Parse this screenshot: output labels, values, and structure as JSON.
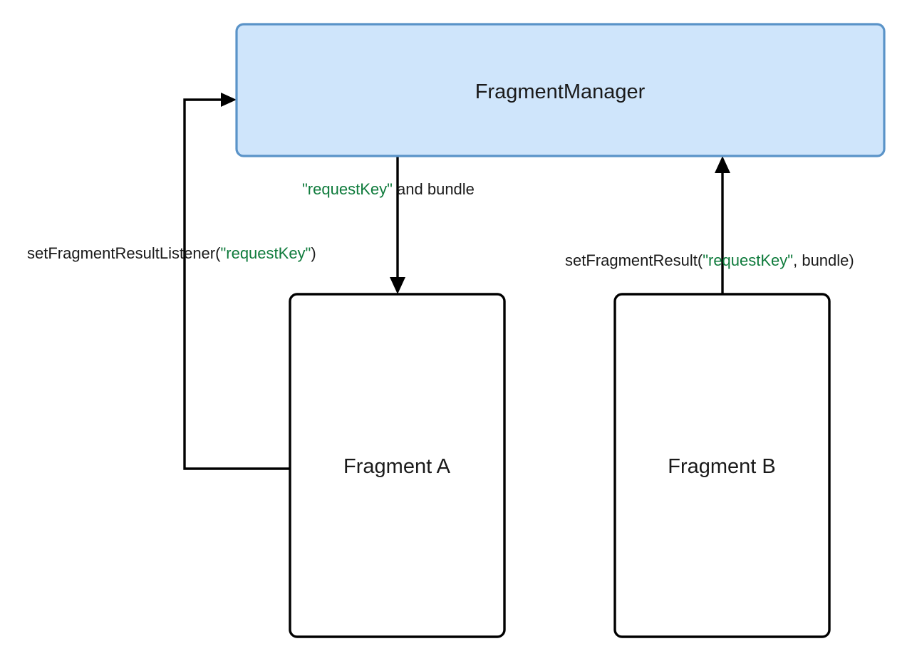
{
  "diagram": {
    "title": "Fragment Result API communication between FragmentManager and fragments",
    "background_color": "#ffffff",
    "nodes": [
      {
        "id": "fragment-manager",
        "label": "FragmentManager",
        "fill": "#cfe5fb",
        "stroke": "#5a93c8",
        "text_color": "#1a1a1a"
      },
      {
        "id": "fragment-a",
        "label": "Fragment A",
        "fill": "#ffffff",
        "stroke": "#000000",
        "text_color": "#1a1a1a"
      },
      {
        "id": "fragment-b",
        "label": "Fragment B",
        "fill": "#ffffff",
        "stroke": "#000000",
        "text_color": "#1a1a1a"
      }
    ],
    "edges": [
      {
        "id": "listener-edge",
        "from": "fragment-a",
        "to": "fragment-manager",
        "label_parts": [
          {
            "text": "setFragmentResultListener(",
            "color": "#1a1a1a"
          },
          {
            "text": "\"requestKey\"",
            "color": "#0f7b3c"
          },
          {
            "text": ")",
            "color": "#1a1a1a"
          }
        ]
      },
      {
        "id": "deliver-edge",
        "from": "fragment-manager",
        "to": "fragment-a",
        "label_parts": [
          {
            "text": "\"requestKey\"",
            "color": "#0f7b3c"
          },
          {
            "text": " and bundle",
            "color": "#1a1a1a"
          }
        ]
      },
      {
        "id": "setresult-edge",
        "from": "fragment-b",
        "to": "fragment-manager",
        "label_parts": [
          {
            "text": "setFragmentResult(",
            "color": "#1a1a1a"
          },
          {
            "text": "\"requestKey\"",
            "color": "#0f7b3c"
          },
          {
            "text": ", bundle)",
            "color": "#1a1a1a"
          }
        ]
      }
    ],
    "labels": {
      "fragment_manager": "FragmentManager",
      "fragment_a": "Fragment A",
      "fragment_b": "Fragment B",
      "listener_prefix": "setFragmentResultListener(",
      "listener_key": "\"requestKey\"",
      "listener_suffix": ")",
      "deliver_key": "\"requestKey\"",
      "deliver_suffix": " and bundle",
      "setresult_prefix": "setFragmentResult(",
      "setresult_key": "\"requestKey\"",
      "setresult_suffix": ", bundle)"
    },
    "colors": {
      "manager_fill": "#cfe5fb",
      "manager_stroke": "#5a93c8",
      "fragment_fill": "#ffffff",
      "fragment_stroke": "#000000",
      "line": "#000000",
      "text": "#1a1a1a",
      "key_green": "#0f7b3c"
    }
  }
}
